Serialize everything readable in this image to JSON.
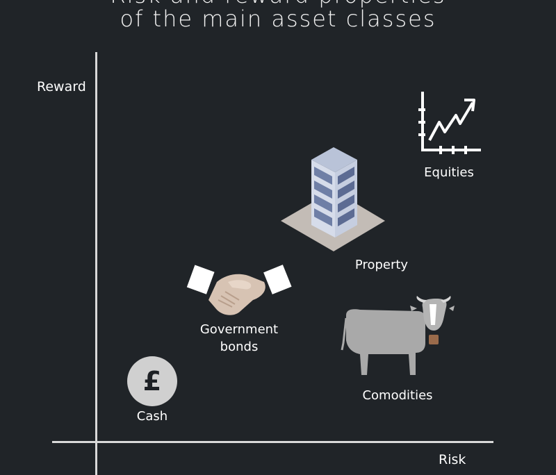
{
  "title": {
    "line1": "Risk and reward properties",
    "line2": "of the main asset classes"
  },
  "axes": {
    "x_label": "Risk",
    "y_label": "Reward"
  },
  "assets": [
    {
      "name": "Cash",
      "icon": "pound-coin-icon"
    },
    {
      "name": "Government bonds",
      "line1": "Government",
      "line2": "bonds",
      "icon": "handshake-icon"
    },
    {
      "name": "Property",
      "icon": "building-icon"
    },
    {
      "name": "Comodities",
      "icon": "cow-icon"
    },
    {
      "name": "Equities",
      "icon": "rising-chart-icon"
    }
  ],
  "colors": {
    "background": "#202428",
    "axis": "#d9d9d9",
    "text": "#ffffff",
    "coin": "#d0d0d0",
    "building": "#6f7fa6",
    "cow": "#a9a9a9"
  }
}
